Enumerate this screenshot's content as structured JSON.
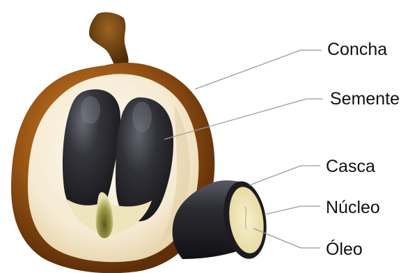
{
  "labels": {
    "concha": "Concha",
    "semente": "Semente",
    "casca": "Casca",
    "nucleo": "Núcleo",
    "oleo": "Óleo"
  },
  "colors": {
    "shell": "#8a4a12",
    "shell_highlight": "#c27a2c",
    "pulp": "#f3e7cf",
    "seed": "#2a2a30",
    "seed_highlight": "#5c5c66",
    "kernel": "#efe6b8",
    "leader_line": "#9a9a9a",
    "text": "#111111"
  }
}
